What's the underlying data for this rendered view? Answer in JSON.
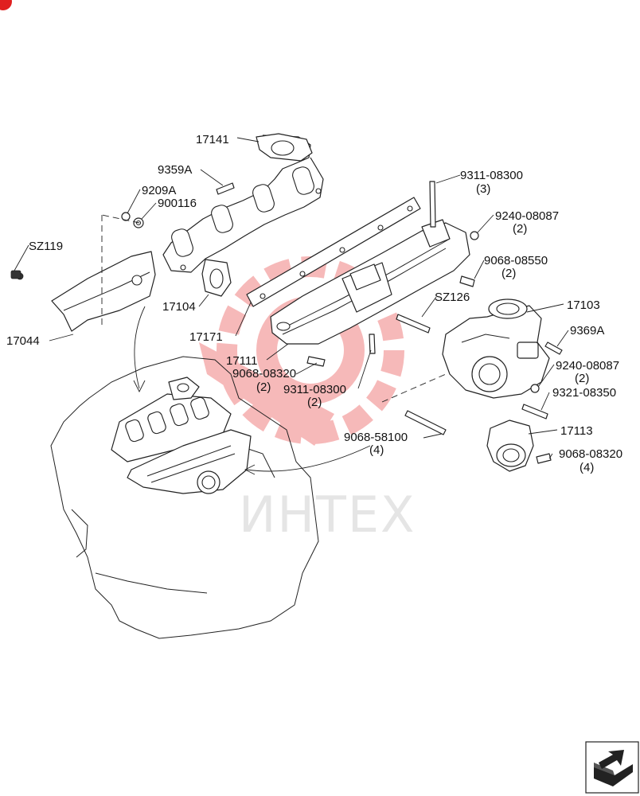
{
  "diagram": {
    "callouts": [
      {
        "id": "17141",
        "text": "17141",
        "qty": ""
      },
      {
        "id": "9359A",
        "text": "9359A",
        "qty": ""
      },
      {
        "id": "9209A",
        "text": "9209A",
        "qty": ""
      },
      {
        "id": "900116",
        "text": "900116",
        "qty": ""
      },
      {
        "id": "SZ119",
        "text": "SZ119",
        "qty": ""
      },
      {
        "id": "17044",
        "text": "17044",
        "qty": ""
      },
      {
        "id": "17104",
        "text": "17104",
        "qty": ""
      },
      {
        "id": "9311-08300-a",
        "text": "9311-08300",
        "qty": "(3)"
      },
      {
        "id": "9240-08087-a",
        "text": "9240-08087",
        "qty": "(2)"
      },
      {
        "id": "9068-08550",
        "text": "9068-08550",
        "qty": "(2)"
      },
      {
        "id": "SZ126",
        "text": "SZ126",
        "qty": ""
      },
      {
        "id": "17103",
        "text": "17103",
        "qty": ""
      },
      {
        "id": "17171",
        "text": "17171",
        "qty": ""
      },
      {
        "id": "9369A",
        "text": "9369A",
        "qty": ""
      },
      {
        "id": "17111",
        "text": "17111",
        "qty": ""
      },
      {
        "id": "9068-08320-a",
        "text": "9068-08320",
        "qty": "(2)"
      },
      {
        "id": "9311-08300-b",
        "text": "9311-08300",
        "qty": "(2)"
      },
      {
        "id": "9240-08087-b",
        "text": "9240-08087",
        "qty": "(2)"
      },
      {
        "id": "9321-08350",
        "text": "9321-08350",
        "qty": ""
      },
      {
        "id": "17113",
        "text": "17113",
        "qty": ""
      },
      {
        "id": "9068-58100",
        "text": "9068-58100",
        "qty": "(4)"
      },
      {
        "id": "9068-08320-b",
        "text": "9068-08320",
        "qty": "(4)"
      }
    ]
  },
  "watermark": {
    "text": "ИНТЕХ",
    "color": "#f08080"
  },
  "colors": {
    "line": "#222222",
    "background": "#ffffff",
    "badge": "#e02020"
  },
  "icons": {
    "corner_badge": "red-dot-icon",
    "nav": "back-arrow-icon"
  }
}
